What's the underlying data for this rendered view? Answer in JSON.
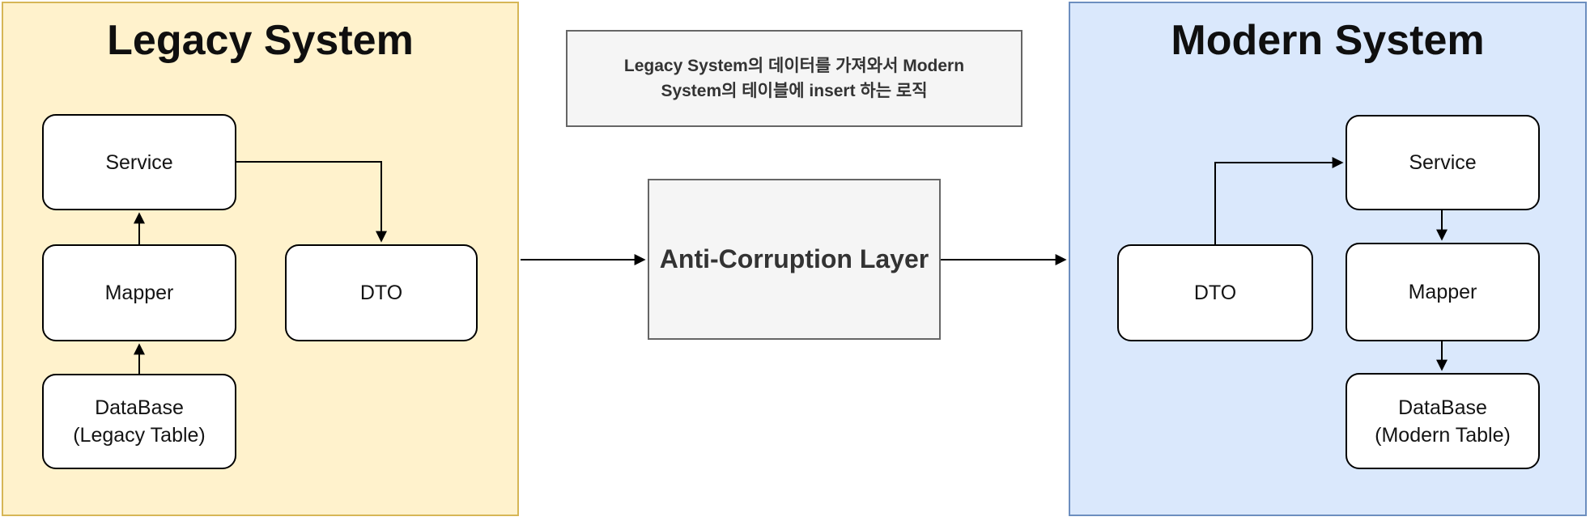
{
  "diagram_title": "Legacy to Modern system migration via Anti-Corruption Layer",
  "legacy_panel": {
    "title": "Legacy System",
    "fill": "#FFF2CC",
    "border_color": "#D6B656",
    "boxes": {
      "service": {
        "label": "Service"
      },
      "mapper": {
        "label": "Mapper"
      },
      "database": {
        "line1": "DataBase",
        "line2": "(Legacy Table)"
      },
      "dto": {
        "label": "DTO"
      }
    }
  },
  "note": {
    "line1": "Legacy System의 데이터를 가져와서 Modern",
    "line2": "System의 테이블에 insert 하는 로직",
    "fill": "#F5F5F5",
    "border_color": "#666666",
    "text_color": "#333333"
  },
  "acl": {
    "label": "Anti-Corruption Layer",
    "fill": "#F5F5F5",
    "border_color": "#666666",
    "text_color": "#333333"
  },
  "modern_panel": {
    "title": "Modern System",
    "fill": "#DAE8FC",
    "border_color": "#6C8EBF",
    "boxes": {
      "dto": {
        "label": "DTO"
      },
      "service": {
        "label": "Service"
      },
      "mapper": {
        "label": "Mapper"
      },
      "database": {
        "line1": "DataBase",
        "line2": "(Modern Table)"
      }
    }
  },
  "edges": [
    {
      "from": "legacy-database",
      "to": "legacy-mapper"
    },
    {
      "from": "legacy-mapper",
      "to": "legacy-service"
    },
    {
      "from": "legacy-service",
      "to": "legacy-dto"
    },
    {
      "from": "legacy-system",
      "to": "anti-corruption-layer"
    },
    {
      "from": "anti-corruption-layer",
      "to": "modern-system"
    },
    {
      "from": "modern-dto",
      "to": "modern-service"
    },
    {
      "from": "modern-service",
      "to": "modern-mapper"
    },
    {
      "from": "modern-mapper",
      "to": "modern-database"
    }
  ],
  "edge_color": "#000000",
  "node_style": {
    "fill": "#FFFFFF",
    "border_color": "#000000"
  }
}
